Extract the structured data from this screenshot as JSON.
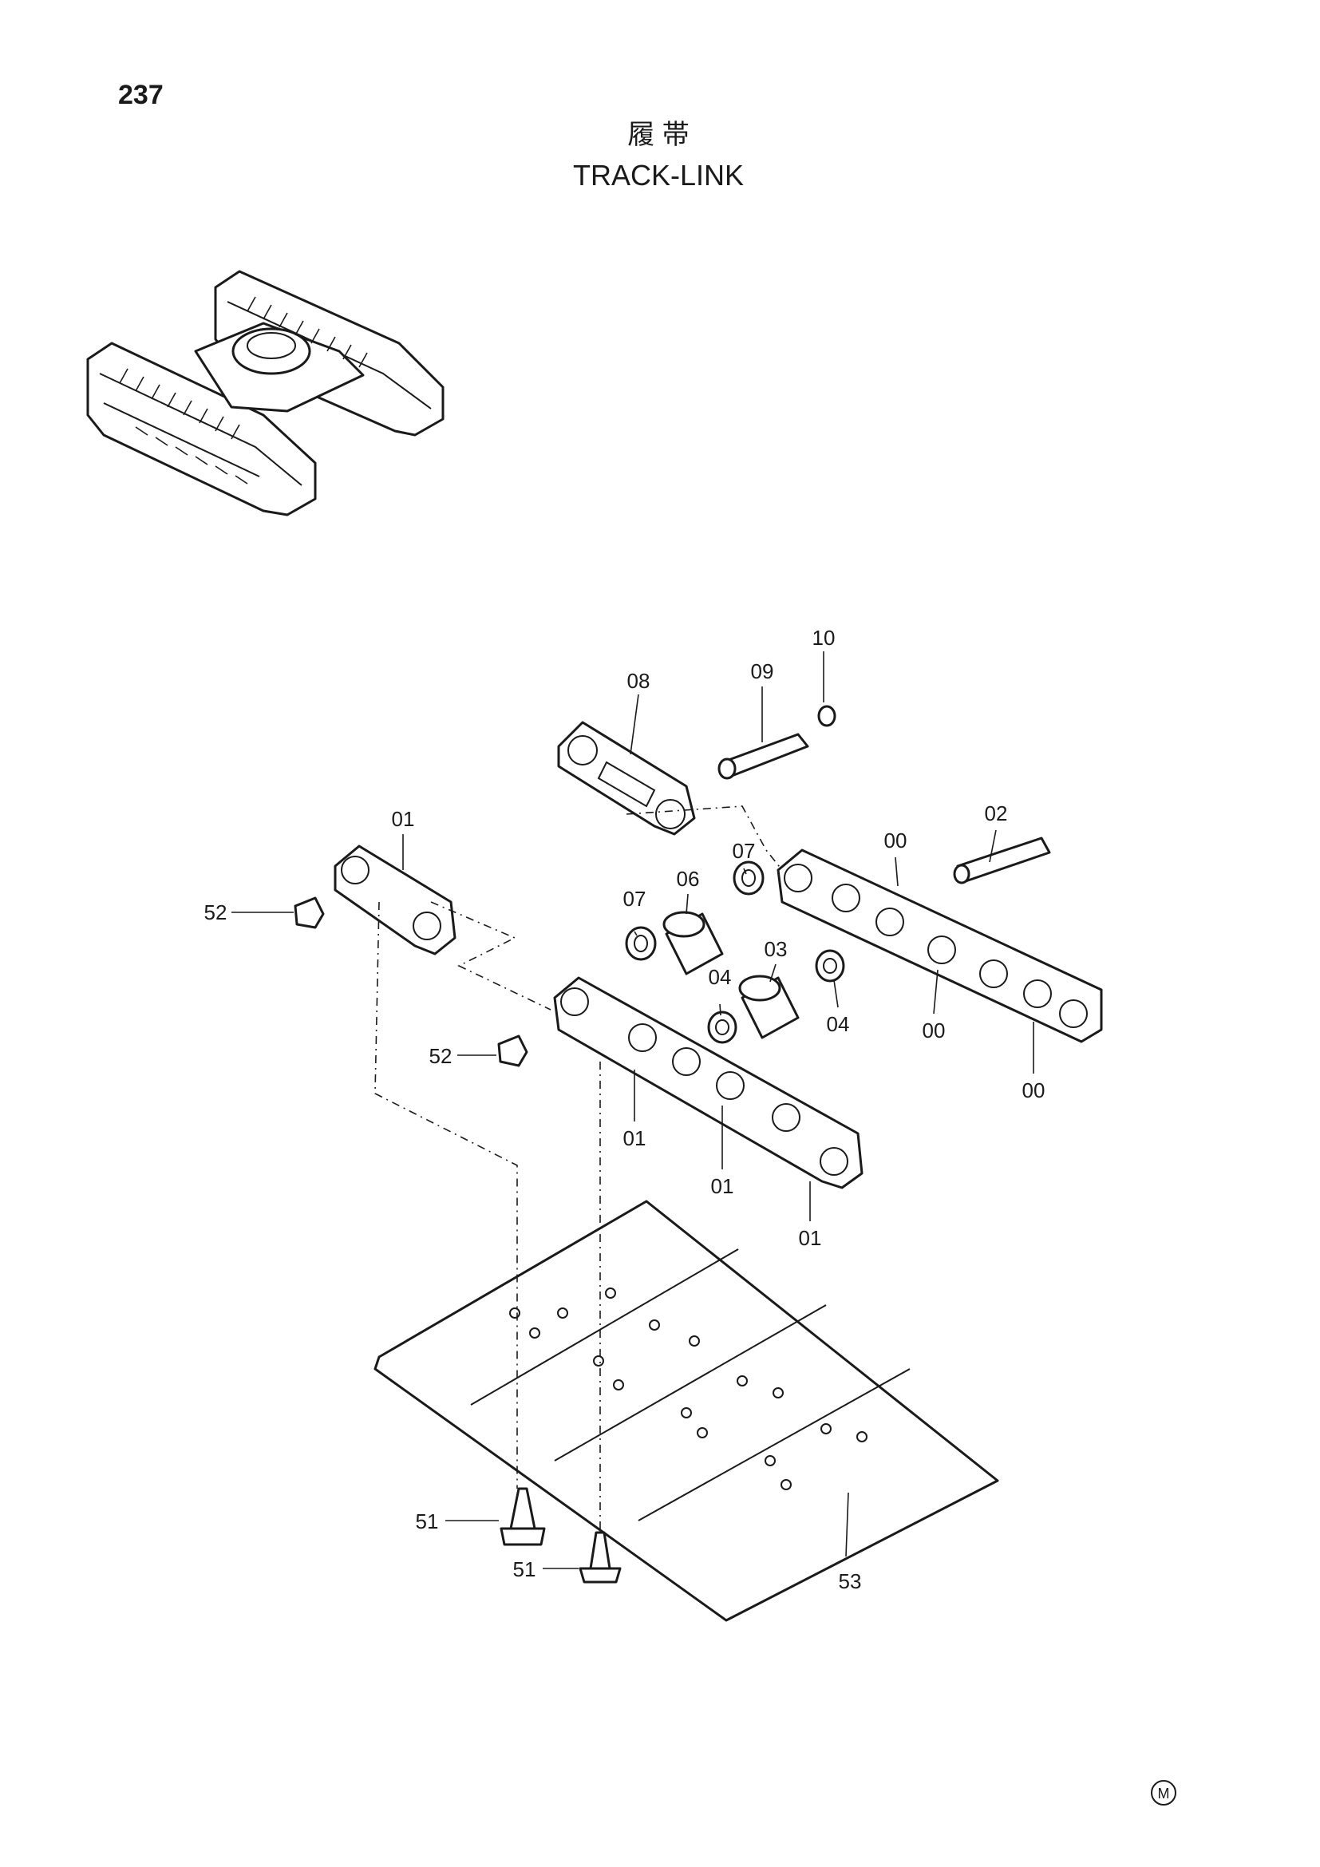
{
  "page": {
    "number": "237",
    "title_jp": "履 帯",
    "title_en": "TRACK-LINK",
    "mark": "M"
  },
  "callouts": [
    {
      "id": "c-10",
      "text": "10"
    },
    {
      "id": "c-09",
      "text": "09"
    },
    {
      "id": "c-08",
      "text": "08"
    },
    {
      "id": "c-02",
      "text": "02"
    },
    {
      "id": "c-00a",
      "text": "00"
    },
    {
      "id": "c-07a",
      "text": "07"
    },
    {
      "id": "c-01a",
      "text": "01"
    },
    {
      "id": "c-06",
      "text": "06"
    },
    {
      "id": "c-07b",
      "text": "07"
    },
    {
      "id": "c-52a",
      "text": "52"
    },
    {
      "id": "c-03",
      "text": "03"
    },
    {
      "id": "c-04a",
      "text": "04"
    },
    {
      "id": "c-04b",
      "text": "04"
    },
    {
      "id": "c-00b",
      "text": "00"
    },
    {
      "id": "c-00c",
      "text": "00"
    },
    {
      "id": "c-52b",
      "text": "52"
    },
    {
      "id": "c-01b",
      "text": "01"
    },
    {
      "id": "c-01c",
      "text": "01"
    },
    {
      "id": "c-01d",
      "text": "01"
    },
    {
      "id": "c-51a",
      "text": "51"
    },
    {
      "id": "c-51b",
      "text": "51"
    },
    {
      "id": "c-53",
      "text": "53"
    }
  ]
}
